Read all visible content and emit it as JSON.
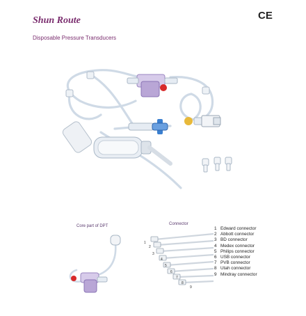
{
  "header": {
    "brand": "Shun Route",
    "ce_mark": "CE",
    "subtitle": "Disposable Pressure Transducers"
  },
  "captions": {
    "core": "Core part of DPT",
    "connector": "Connector"
  },
  "connectors": [
    {
      "num": "1",
      "label": "Edward connector"
    },
    {
      "num": "2",
      "label": "Abbott connector"
    },
    {
      "num": "3",
      "label": "BD connector"
    },
    {
      "num": "4",
      "label": "Medex connector"
    },
    {
      "num": "5",
      "label": "Philips connector"
    },
    {
      "num": "6",
      "label": "USB connector"
    },
    {
      "num": "7",
      "label": "PVB connector"
    },
    {
      "num": "8",
      "label": "Utah connector"
    },
    {
      "num": "9",
      "label": "Mindray connector"
    }
  ],
  "colors": {
    "brand": "#7a2d6e",
    "tubing": "#d8e2ec",
    "transducer": "#b9a6d6",
    "stopcock_blue": "#3a7fd0",
    "cap_red": "#d82a2a",
    "cap_yellow": "#e8b93a"
  },
  "icons": [
    "ce-mark-icon",
    "transducer-set-image",
    "luer-cap-image",
    "core-dpt-image",
    "connector-set-image"
  ]
}
